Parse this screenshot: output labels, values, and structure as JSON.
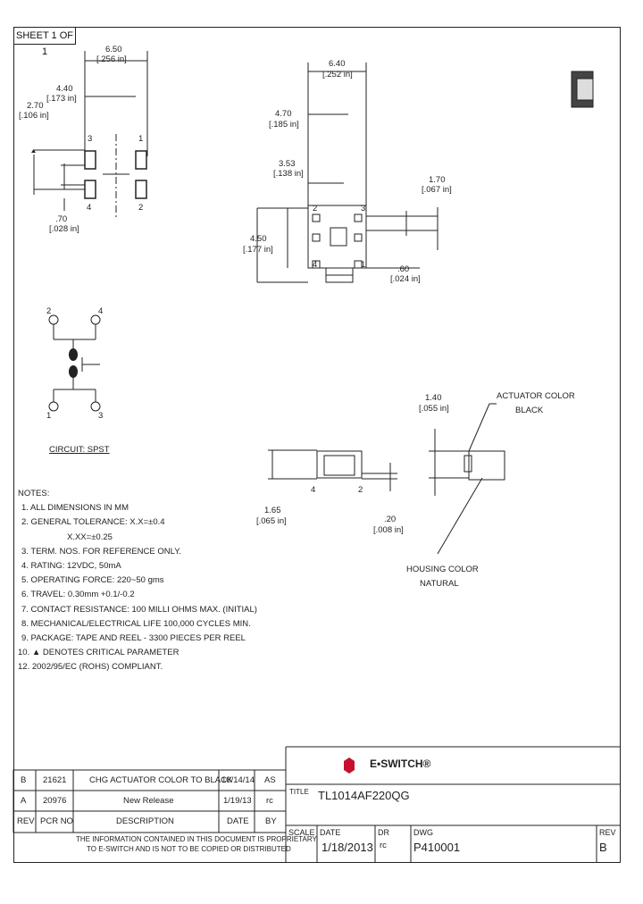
{
  "sheet": "SHEET 1 OF 1",
  "top_view": {
    "d1": "6.50",
    "d1_in": "[.256 in]",
    "d2": "4.40",
    "d2_in": "[.173 in]",
    "d3": "2.70",
    "d3_in": "[.106 in]",
    "d4": ".70",
    "d4_in": "[.028 in]",
    "pin_labels": [
      "3",
      "1",
      "4",
      "2"
    ]
  },
  "front_view": {
    "d1": "6.40",
    "d1_in": "[.252 in]",
    "d2": "4.70",
    "d2_in": "[.185 in]",
    "d3": "3.53",
    "d3_in": "[.138 in]",
    "d4": "4.50",
    "d4_in": "[.177 in]",
    "d5": "1.70",
    "d5_in": "[.067 in]",
    "d6": ".60",
    "d6_in": "[.024 in]",
    "pin_labels": [
      "1",
      "2",
      "3",
      "4"
    ]
  },
  "circuit": {
    "label": "CIRCUIT: SPST",
    "pins": [
      "2",
      "4",
      "1",
      "3"
    ]
  },
  "side_view": {
    "height": "1.65",
    "height_in": "[.065 in]",
    "pins": [
      "4",
      "2"
    ],
    "d_top": "1.40",
    "d_top_in": "[.055 in]",
    "d_bot": ".20",
    "d_bot_in": "[.008 in]",
    "actuator_note_1": "ACTUATOR COLOR",
    "actuator_note_2": "BLACK",
    "housing_note_1": "HOUSING COLOR",
    "housing_note_2": "NATURAL"
  },
  "notes": {
    "title": "NOTES:",
    "items": [
      "1. ALL DIMENSIONS IN MM",
      "2. GENERAL TOLERANCE: X.X=±0.4",
      "X.XX=±0.25",
      "3. TERM. NOS. FOR REFERENCE ONLY.",
      "4. RATING: 12VDC, 50mA",
      "5. OPERATING FORCE: 220~50 gms",
      "6. TRAVEL: 0.30mm +0.1/-0.2",
      "7. CONTACT RESISTANCE: 100 MILLI OHMS MAX. (INITIAL)",
      "8. MECHANICAL/ELECTRICAL LIFE 100,000 CYCLES MIN.",
      "9. PACKAGE: TAPE AND REEL - 3300 PIECES PER REEL",
      "10. ▲ DENOTES CRITICAL PARAMETER",
      "12. 2002/95/EC (ROHS) COMPLIANT."
    ]
  },
  "revisions": {
    "rows": [
      {
        "rev": "B",
        "pcr": "21621",
        "desc": "CHG ACTUATOR COLOR TO BLACK",
        "date": "10/14/14",
        "by": "AS"
      },
      {
        "rev": "A",
        "pcr": "20976",
        "desc": "New Release",
        "date": "1/19/13",
        "by": "rc"
      }
    ],
    "headers": {
      "rev": "REV",
      "pcr": "PCR NO",
      "desc": "DESCRIPTION",
      "date": "DATE",
      "by": "BY"
    },
    "proprietary_1": "THE INFORMATION CONTAINED IN THIS DOCUMENT IS PROPRIETARY",
    "proprietary_2": "TO E-SWITCH AND IS NOT TO BE COPIED OR DISTRIBUTED"
  },
  "title_block": {
    "brand": "E•SWITCH®",
    "title_label": "TITLE",
    "title": "TL1014AF220QG",
    "scale_label": "SCALE",
    "date_label": "DATE",
    "date": "1/18/2013",
    "dr_label": "DR",
    "dr": "rc",
    "dwg_label": "DWG",
    "dwg": "P410001",
    "rev_label": "REV",
    "rev": "B"
  }
}
